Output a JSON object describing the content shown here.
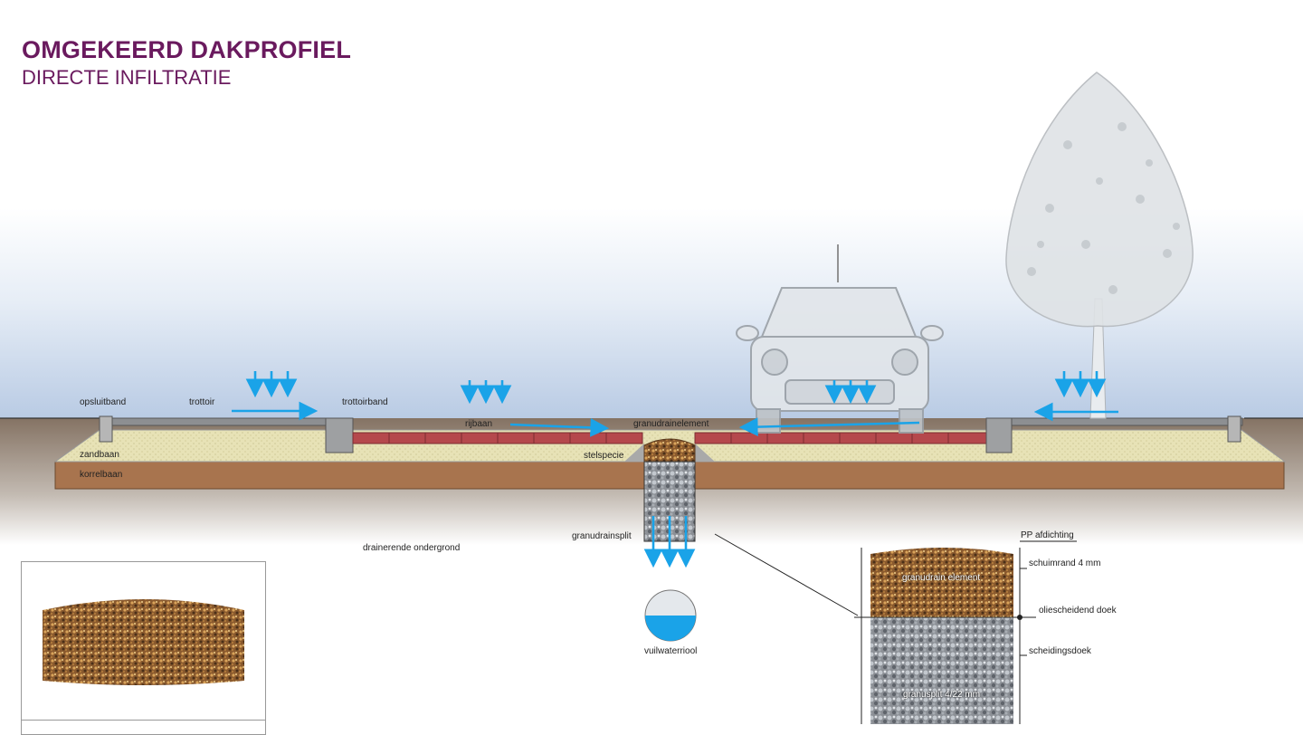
{
  "title": "OMGEKEERD DAKPROFIEL",
  "subtitle": "DIRECTE INFILTRATIE",
  "labels": {
    "opsluitband": "opsluitband",
    "trottoir": "trottoir",
    "trottoirband": "trottoirband",
    "rijbaan": "rijbaan",
    "granudrainelement": "granudrainelement",
    "zandbaan": "zandbaan",
    "korrelbaan": "korrelbaan",
    "stelspecie": "stelspecie",
    "granudrainsplit": "granudrainsplit",
    "drainerende_ondergrond": "drainerende ondergrond",
    "vuilwaterriool": "vuilwaterriool"
  },
  "detail_labels": {
    "pp_afdichting": "PP afdichting",
    "schuimrand": "schuimrand 4 mm",
    "granudrain_element": "granudrain element",
    "oliescheidend_doek": "oliescheidend doek",
    "scheidingsdoek": "scheidingsdoek",
    "granusplit": "granusplit 4/22 mm"
  },
  "colors": {
    "title": "#6a1a5e",
    "water_arrow": "#1aa3e8",
    "sand": "#e8e3b8",
    "korrel": "#a8744e",
    "brick": "#b5484c",
    "sky": "#c9d8ec"
  }
}
